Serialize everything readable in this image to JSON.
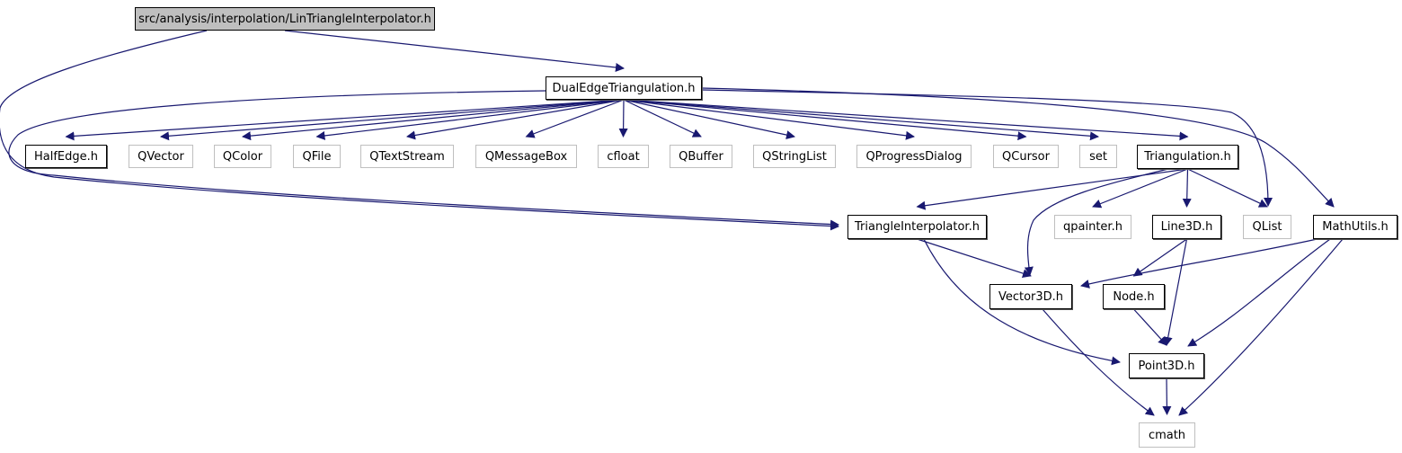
{
  "diagram": {
    "title": "Include dependency graph for LinTriangleInterpolator.h",
    "colors": {
      "edge": "#191970",
      "root_fill": "#bfbfbf",
      "internal_border": "#000000",
      "external_border": "#bfbfbf"
    },
    "nodes": [
      {
        "id": "root",
        "label": "src/analysis/interpolation/LinTriangleInterpolator.h",
        "kind": "root"
      },
      {
        "id": "dual",
        "label": "DualEdgeTriangulation.h",
        "kind": "internal"
      },
      {
        "id": "halfedge",
        "label": "HalfEdge.h",
        "kind": "internal"
      },
      {
        "id": "qvector",
        "label": "QVector",
        "kind": "external"
      },
      {
        "id": "qcolor",
        "label": "QColor",
        "kind": "external"
      },
      {
        "id": "qfile",
        "label": "QFile",
        "kind": "external"
      },
      {
        "id": "qtextstream",
        "label": "QTextStream",
        "kind": "external"
      },
      {
        "id": "qmessagebox",
        "label": "QMessageBox",
        "kind": "external"
      },
      {
        "id": "cfloat",
        "label": "cfloat",
        "kind": "external"
      },
      {
        "id": "qbuffer",
        "label": "QBuffer",
        "kind": "external"
      },
      {
        "id": "qstringlist",
        "label": "QStringList",
        "kind": "external"
      },
      {
        "id": "qprogressdialog",
        "label": "QProgressDialog",
        "kind": "external"
      },
      {
        "id": "qcursor",
        "label": "QCursor",
        "kind": "external"
      },
      {
        "id": "set",
        "label": "set",
        "kind": "external"
      },
      {
        "id": "triangulation",
        "label": "Triangulation.h",
        "kind": "internal"
      },
      {
        "id": "triinterp",
        "label": "TriangleInterpolator.h",
        "kind": "internal"
      },
      {
        "id": "qpainter",
        "label": "qpainter.h",
        "kind": "external"
      },
      {
        "id": "line3d",
        "label": "Line3D.h",
        "kind": "internal"
      },
      {
        "id": "qlist",
        "label": "QList",
        "kind": "external"
      },
      {
        "id": "mathutils",
        "label": "MathUtils.h",
        "kind": "internal"
      },
      {
        "id": "vector3d",
        "label": "Vector3D.h",
        "kind": "internal"
      },
      {
        "id": "node",
        "label": "Node.h",
        "kind": "internal"
      },
      {
        "id": "point3d",
        "label": "Point3D.h",
        "kind": "internal"
      },
      {
        "id": "cmath",
        "label": "cmath",
        "kind": "external"
      }
    ],
    "edges": [
      [
        "root",
        "dual"
      ],
      [
        "root",
        "triinterp"
      ],
      [
        "dual",
        "halfedge"
      ],
      [
        "dual",
        "qvector"
      ],
      [
        "dual",
        "qcolor"
      ],
      [
        "dual",
        "qfile"
      ],
      [
        "dual",
        "qtextstream"
      ],
      [
        "dual",
        "qmessagebox"
      ],
      [
        "dual",
        "cfloat"
      ],
      [
        "dual",
        "qbuffer"
      ],
      [
        "dual",
        "qstringlist"
      ],
      [
        "dual",
        "qprogressdialog"
      ],
      [
        "dual",
        "qcursor"
      ],
      [
        "dual",
        "set"
      ],
      [
        "dual",
        "triangulation"
      ],
      [
        "dual",
        "qlist"
      ],
      [
        "dual",
        "mathutils"
      ],
      [
        "dual",
        "triinterp"
      ],
      [
        "triangulation",
        "triinterp"
      ],
      [
        "triangulation",
        "vector3d"
      ],
      [
        "triangulation",
        "qpainter"
      ],
      [
        "triangulation",
        "line3d"
      ],
      [
        "triangulation",
        "qlist"
      ],
      [
        "triinterp",
        "vector3d"
      ],
      [
        "triinterp",
        "point3d"
      ],
      [
        "line3d",
        "node"
      ],
      [
        "line3d",
        "point3d"
      ],
      [
        "mathutils",
        "vector3d"
      ],
      [
        "mathutils",
        "point3d"
      ],
      [
        "mathutils",
        "cmath"
      ],
      [
        "vector3d",
        "cmath"
      ],
      [
        "node",
        "point3d"
      ],
      [
        "point3d",
        "cmath"
      ]
    ]
  }
}
